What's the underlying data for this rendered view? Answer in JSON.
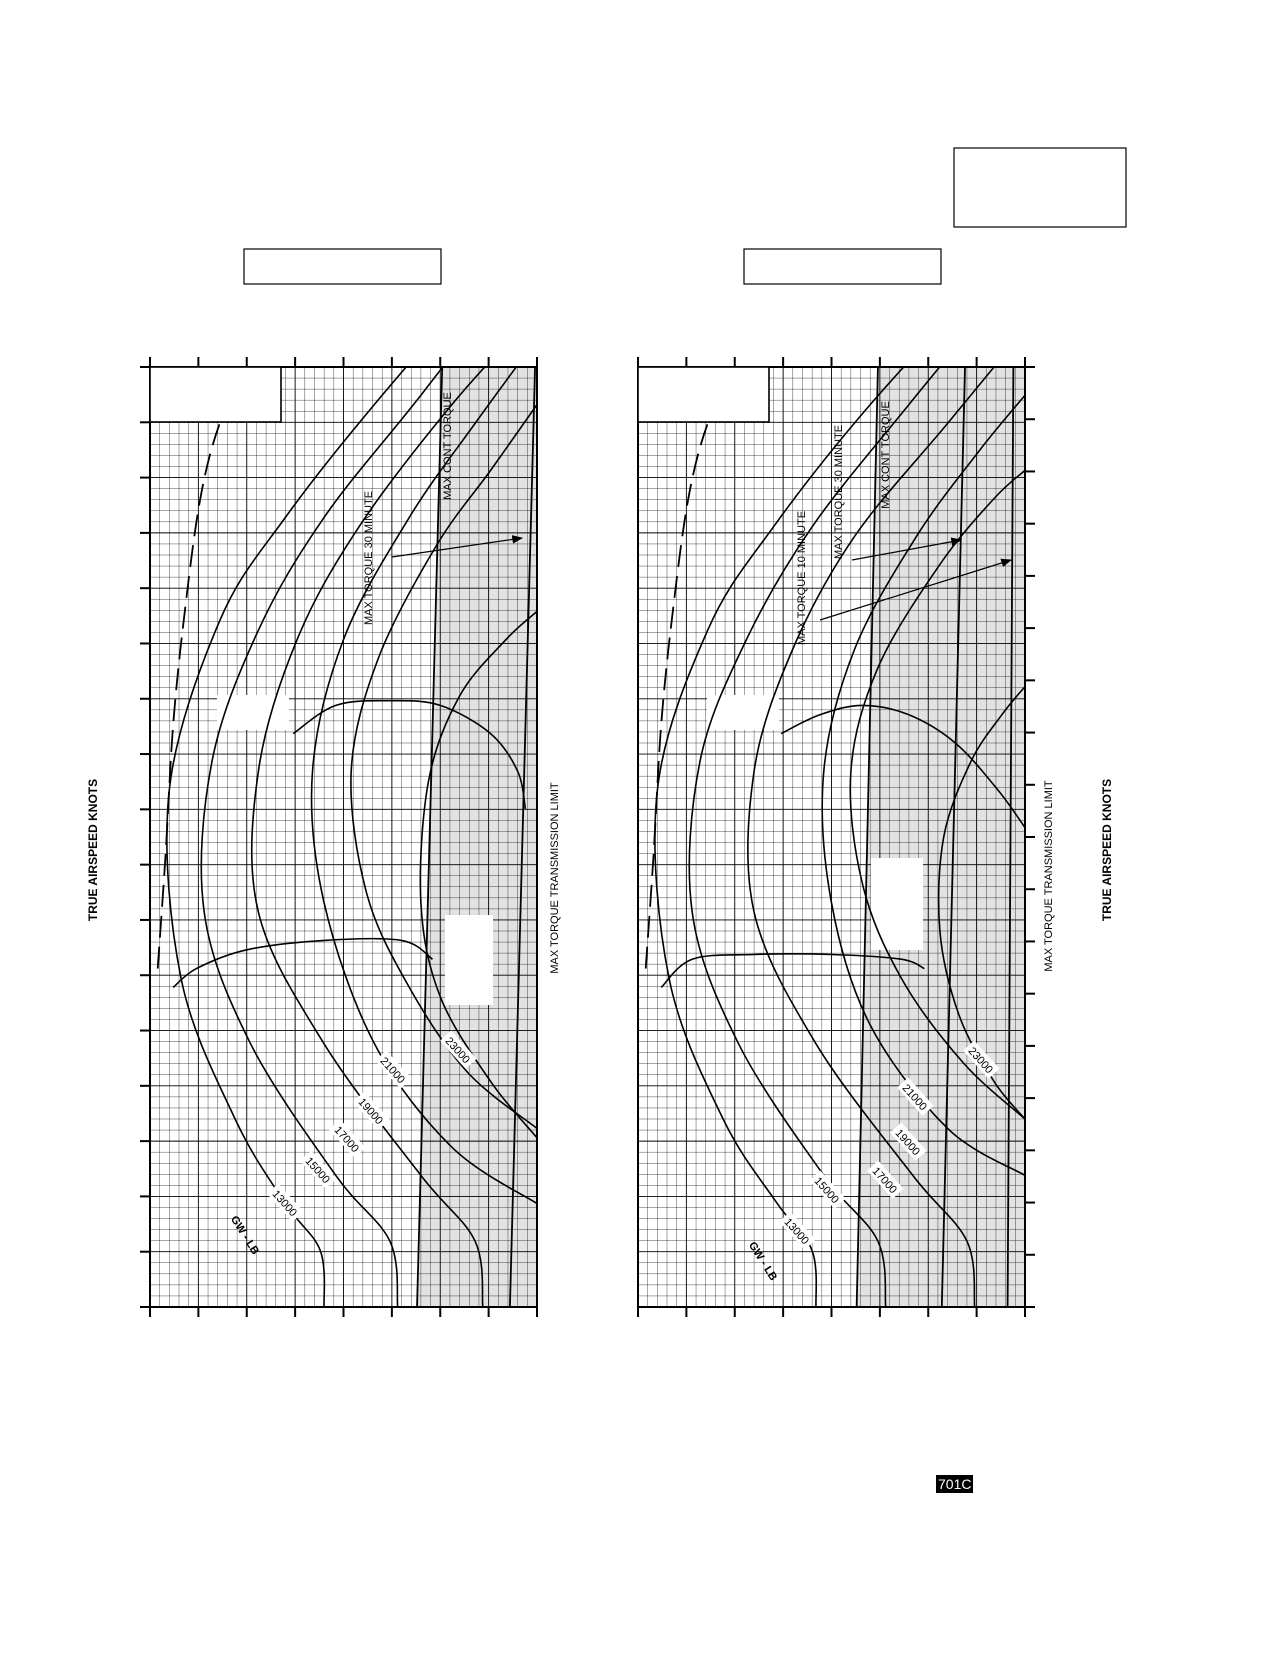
{
  "page": {
    "code": "701C"
  },
  "chart_data": [
    {
      "type": "line",
      "title": "",
      "xlabel": "",
      "ylabel": "TRUE AIRSPEED KNOTS",
      "grid": true,
      "x_normalized_range": [
        0,
        1
      ],
      "y_normalized_range": [
        0,
        1
      ],
      "ticks": {
        "x_major": 8,
        "y_major": 17
      },
      "shaded_region": {
        "x_from": 0.705,
        "x_to": 1.0,
        "note": "between MAX CONT TORQUE and MAX TORQUE TRANSMISSION LIMIT"
      },
      "limit_lines": [
        {
          "name": "MAX CONT TORQUE",
          "x_top": 0.755,
          "x_bottom": 0.69
        },
        {
          "name": "MAX TORQUE  TRANSMISSION LIMIT",
          "x_top": 0.995,
          "x_bottom": 0.93
        }
      ],
      "labels": {
        "max_cont": "MAX CONT TORQUE",
        "max30": "MAX TORQUE  30 MINUTE",
        "trans": "MAX TORQUE  TRANSMISSION LIMIT",
        "gw": "GW - LB"
      },
      "series": [
        {
          "name": "13000",
          "points": [
            [
              0.45,
              0.0
            ],
            [
              0.44,
              0.06
            ],
            [
              0.35,
              0.11
            ],
            [
              0.22,
              0.2
            ],
            [
              0.08,
              0.35
            ],
            [
              0.05,
              0.55
            ],
            [
              0.18,
              0.73
            ],
            [
              0.35,
              0.84
            ],
            [
              0.6,
              0.97
            ],
            [
              1.0,
              1.16
            ]
          ]
        },
        {
          "name": "15000",
          "points": [
            [
              0.64,
              0.0
            ],
            [
              0.62,
              0.07
            ],
            [
              0.48,
              0.14
            ],
            [
              0.26,
              0.28
            ],
            [
              0.14,
              0.42
            ],
            [
              0.16,
              0.58
            ],
            [
              0.28,
              0.72
            ],
            [
              0.45,
              0.84
            ],
            [
              0.7,
              0.97
            ],
            [
              1.0,
              1.13
            ]
          ]
        },
        {
          "name": "17000",
          "points": [
            [
              0.86,
              0.0
            ],
            [
              0.84,
              0.07
            ],
            [
              0.7,
              0.14
            ],
            [
              0.45,
              0.28
            ],
            [
              0.28,
              0.42
            ],
            [
              0.28,
              0.57
            ],
            [
              0.38,
              0.71
            ],
            [
              0.54,
              0.83
            ],
            [
              0.78,
              0.96
            ],
            [
              1.0,
              1.06
            ]
          ]
        },
        {
          "name": "19000",
          "points": [
            [
              1.0,
              0.11
            ],
            [
              0.78,
              0.17
            ],
            [
              0.58,
              0.28
            ],
            [
              0.45,
              0.43
            ],
            [
              0.42,
              0.57
            ],
            [
              0.5,
              0.71
            ],
            [
              0.67,
              0.84
            ],
            [
              0.84,
              0.94
            ],
            [
              1.0,
              1.03
            ]
          ]
        },
        {
          "name": "21000",
          "points": [
            [
              1.0,
              0.19
            ],
            [
              0.82,
              0.25
            ],
            [
              0.67,
              0.34
            ],
            [
              0.56,
              0.44
            ],
            [
              0.52,
              0.57
            ],
            [
              0.59,
              0.69
            ],
            [
              0.74,
              0.81
            ],
            [
              0.88,
              0.89
            ],
            [
              1.0,
              0.96
            ]
          ]
        },
        {
          "name": "23000",
          "points": [
            [
              1.0,
              0.18
            ],
            [
              0.88,
              0.24
            ],
            [
              0.75,
              0.33
            ],
            [
              0.7,
              0.43
            ],
            [
              0.72,
              0.56
            ],
            [
              0.8,
              0.65
            ],
            [
              0.92,
              0.71
            ],
            [
              1.0,
              0.74
            ]
          ]
        }
      ],
      "boundary_curves": [
        {
          "name": "lower",
          "points": [
            [
              0.06,
              0.34
            ],
            [
              0.12,
              0.36
            ],
            [
              0.25,
              0.38
            ],
            [
              0.45,
              0.39
            ],
            [
              0.65,
              0.39
            ],
            [
              0.73,
              0.37
            ]
          ]
        },
        {
          "name": "upper",
          "points": [
            [
              0.37,
              0.61
            ],
            [
              0.48,
              0.64
            ],
            [
              0.62,
              0.645
            ],
            [
              0.75,
              0.64
            ],
            [
              0.88,
              0.61
            ],
            [
              0.95,
              0.57
            ],
            [
              0.97,
              0.53
            ]
          ]
        },
        {
          "name": "dashed",
          "dashed": true,
          "points": [
            [
              0.02,
              0.36
            ],
            [
              0.04,
              0.48
            ],
            [
              0.06,
              0.62
            ],
            [
              0.09,
              0.74
            ],
            [
              0.13,
              0.86
            ],
            [
              0.18,
              0.94
            ],
            [
              0.25,
              1.0
            ]
          ]
        }
      ]
    },
    {
      "type": "line",
      "title": "",
      "xlabel": "",
      "ylabel": "TRUE AIRSPEED KNOTS",
      "grid": true,
      "x_normalized_range": [
        0,
        1
      ],
      "y_normalized_range": [
        0,
        1
      ],
      "ticks": {
        "x_major": 8,
        "y_major": 18
      },
      "shaded_region": {
        "x_from": 0.57,
        "x_to": 1.0,
        "note": "between MAX CONT TORQUE and right edge"
      },
      "limit_lines": [
        {
          "name": "MAX CONT TORQUE",
          "x_top": 0.62,
          "x_bottom": 0.565
        },
        {
          "name": "MAX TORQUE  30 MINUTE",
          "x_top": 0.845,
          "x_bottom": 0.785
        },
        {
          "name": "MAX TORQUE  10 MINUTE",
          "x_top": 0.97,
          "x_bottom": 0.955
        }
      ],
      "labels": {
        "max_cont": "MAX CONT TORQUE",
        "max30": "MAX TORQUE  30 MINUTE",
        "max10": "MAX TORQUE  10 MINUTE",
        "trans": "MAX TORQUE  TRANSMISSION LIMIT",
        "gw": "GW - LB"
      },
      "series": [
        {
          "name": "13000",
          "points": [
            [
              0.46,
              0.0
            ],
            [
              0.45,
              0.06
            ],
            [
              0.36,
              0.11
            ],
            [
              0.22,
              0.2
            ],
            [
              0.08,
              0.35
            ],
            [
              0.05,
              0.55
            ],
            [
              0.18,
              0.72
            ],
            [
              0.35,
              0.83
            ],
            [
              0.6,
              0.96
            ],
            [
              1.0,
              1.14
            ]
          ]
        },
        {
          "name": "15000",
          "points": [
            [
              0.64,
              0.0
            ],
            [
              0.62,
              0.07
            ],
            [
              0.48,
              0.14
            ],
            [
              0.26,
              0.28
            ],
            [
              0.14,
              0.42
            ],
            [
              0.16,
              0.58
            ],
            [
              0.28,
              0.71
            ],
            [
              0.45,
              0.83
            ],
            [
              0.7,
              0.96
            ],
            [
              1.0,
              1.11
            ]
          ]
        },
        {
          "name": "17000",
          "points": [
            [
              0.87,
              0.0
            ],
            [
              0.85,
              0.07
            ],
            [
              0.71,
              0.14
            ],
            [
              0.46,
              0.28
            ],
            [
              0.3,
              0.42
            ],
            [
              0.3,
              0.57
            ],
            [
              0.4,
              0.7
            ],
            [
              0.56,
              0.82
            ],
            [
              0.8,
              0.94
            ],
            [
              1.0,
              1.04
            ]
          ]
        },
        {
          "name": "19000",
          "points": [
            [
              1.0,
              0.14
            ],
            [
              0.8,
              0.19
            ],
            [
              0.6,
              0.3
            ],
            [
              0.5,
              0.43
            ],
            [
              0.48,
              0.57
            ],
            [
              0.56,
              0.7
            ],
            [
              0.72,
              0.82
            ],
            [
              0.88,
              0.91
            ],
            [
              1.0,
              0.97
            ]
          ]
        },
        {
          "name": "21000",
          "points": [
            [
              1.0,
              0.2
            ],
            [
              0.84,
              0.26
            ],
            [
              0.68,
              0.35
            ],
            [
              0.58,
              0.45
            ],
            [
              0.55,
              0.57
            ],
            [
              0.62,
              0.68
            ],
            [
              0.78,
              0.79
            ],
            [
              0.92,
              0.86
            ],
            [
              1.0,
              0.89
            ]
          ]
        },
        {
          "name": "23000",
          "points": [
            [
              1.0,
              0.2
            ],
            [
              0.92,
              0.24
            ],
            [
              0.83,
              0.31
            ],
            [
              0.78,
              0.4
            ],
            [
              0.79,
              0.5
            ],
            [
              0.86,
              0.58
            ],
            [
              0.94,
              0.63
            ],
            [
              1.0,
              0.66
            ]
          ]
        }
      ],
      "boundary_curves": [
        {
          "name": "lower",
          "points": [
            [
              0.06,
              0.34
            ],
            [
              0.14,
              0.37
            ],
            [
              0.3,
              0.375
            ],
            [
              0.5,
              0.375
            ],
            [
              0.68,
              0.37
            ],
            [
              0.74,
              0.36
            ]
          ]
        },
        {
          "name": "upper",
          "points": [
            [
              0.37,
              0.61
            ],
            [
              0.47,
              0.63
            ],
            [
              0.58,
              0.64
            ],
            [
              0.7,
              0.63
            ],
            [
              0.82,
              0.6
            ],
            [
              0.93,
              0.55
            ],
            [
              1.0,
              0.51
            ]
          ]
        },
        {
          "name": "dashed",
          "dashed": true,
          "points": [
            [
              0.02,
              0.36
            ],
            [
              0.04,
              0.48
            ],
            [
              0.06,
              0.62
            ],
            [
              0.09,
              0.74
            ],
            [
              0.13,
              0.86
            ],
            [
              0.18,
              0.94
            ],
            [
              0.25,
              1.0
            ]
          ]
        }
      ]
    }
  ]
}
